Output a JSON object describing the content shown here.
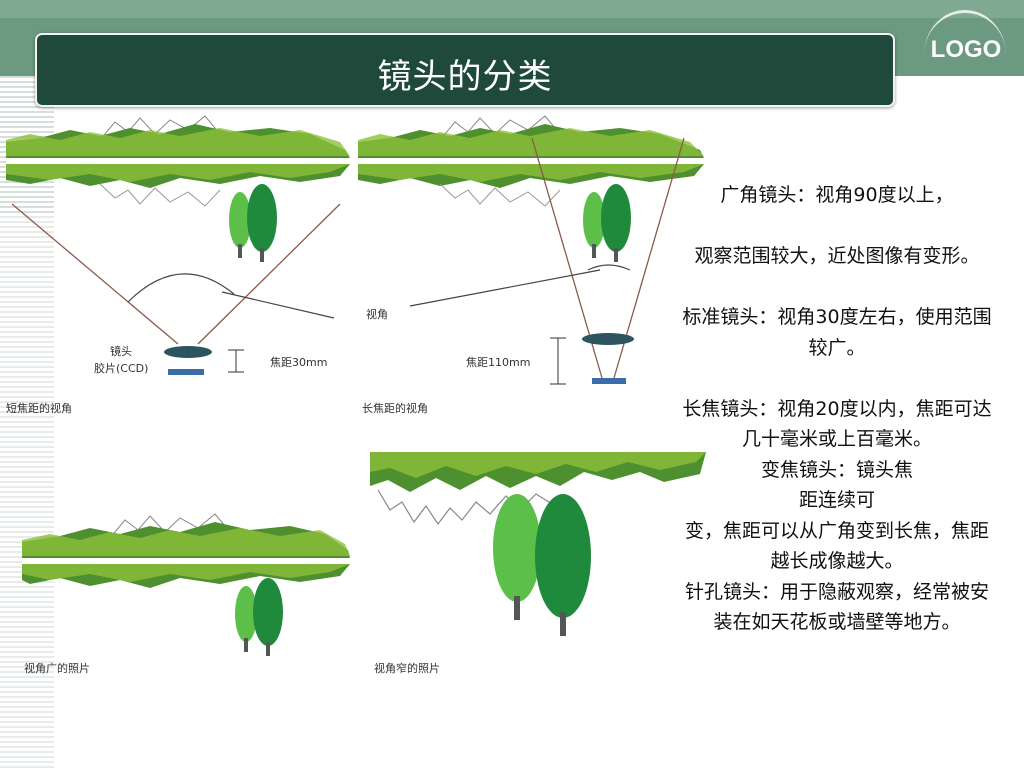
{
  "slide": {
    "title": "镜头的分类",
    "logo_text": "LOGO"
  },
  "figure": {
    "panels": [
      {
        "caption": "短焦距的视角",
        "labels": {
          "lens": "镜头",
          "film": "胶片(CCD)",
          "focal": "焦距30mm"
        }
      },
      {
        "caption": "长焦距的视角",
        "labels": {
          "angle": "视角",
          "focal": "焦距110mm"
        }
      },
      {
        "caption": "视角广的照片"
      },
      {
        "caption": "视角窄的照片"
      }
    ]
  },
  "description": {
    "lines": [
      "广角镜头：视角90度以上，",
      "",
      "观察范围较大，近处图像有变形。",
      "",
      "标准镜头：视角30度左右，使用范围较广。",
      "",
      "长焦镜头：视角20度以内，焦距可达几十毫米或上百毫米。",
      "变焦镜头：镜头焦",
      "距连续可",
      "变，焦距可以从广角变到长焦，焦距越长成像越大。",
      "针孔镜头：用于隐蔽观察，经常被安装在如天花板或墙壁等地方。"
    ]
  },
  "colors": {
    "title_bg": "#1f4a3b",
    "band": "#6b9a80",
    "foliage_dark": "#4e8f2f",
    "foliage_light": "#8cbf3a",
    "tree_dark": "#1f8a3c",
    "tree_light": "#5cbf4a",
    "lens": "#2c5560",
    "film": "#3a6ea8"
  }
}
